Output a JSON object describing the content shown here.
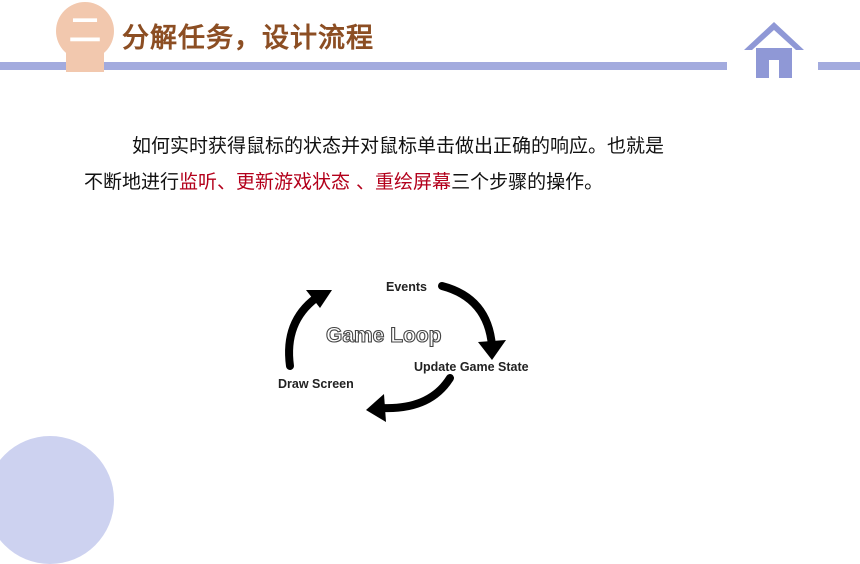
{
  "header": {
    "badge_text": "二",
    "title": "分解任务，设计流程"
  },
  "body": {
    "line1": "如何实时获得鼠标的状态并对鼠标单击做出正确的响应。也就是",
    "line2_prefix": "不断地进行",
    "line2_highlight": "监听、更新游戏状态 、重绘屏幕",
    "line2_suffix": "三个步骤的操作。"
  },
  "diagram": {
    "center_label": "Game Loop",
    "events_label": "Events",
    "update_label": "Update Game State",
    "draw_label": "Draw Screen"
  },
  "colors": {
    "accent_bar": "#a3abde",
    "title": "#8c4e23",
    "highlight": "#b3001b",
    "badge": "#f2c8ae",
    "home_icon": "#8f98d6"
  },
  "icons": {
    "home": "home-icon"
  }
}
